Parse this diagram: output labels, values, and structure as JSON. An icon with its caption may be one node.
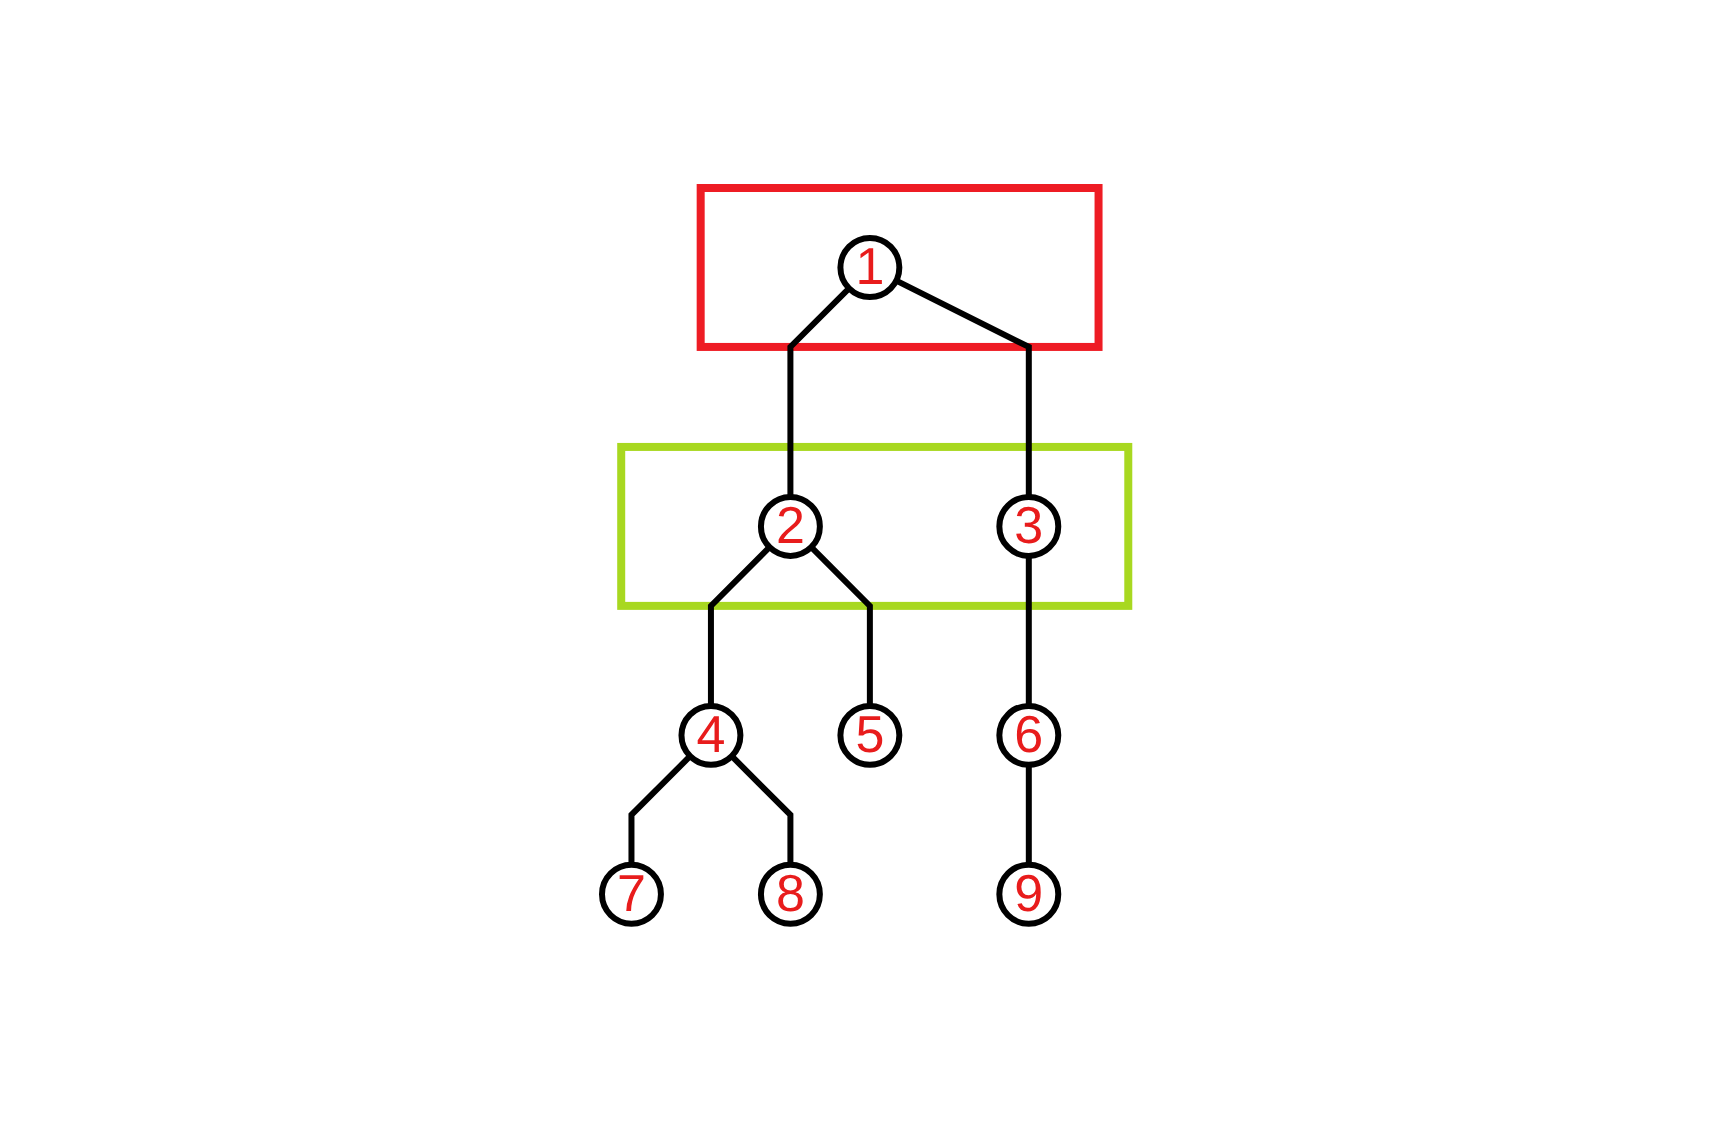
{
  "diagram": {
    "nodes": [
      {
        "text": [],
        "shape": "box"
      },
      {
        "text": [
          "1"
        ],
        "in": 0
      },
      {
        "text": [],
        "shape": "box"
      },
      {
        "text": [
          "2"
        ],
        "in": 2
      },
      {
        "text": [
          "3"
        ],
        "in": 2
      },
      {
        "text": [
          "4"
        ]
      },
      {
        "text": [
          "5"
        ]
      },
      {
        "text": [
          "6"
        ]
      },
      {
        "text": [
          "7"
        ]
      },
      {
        "text": [
          "8"
        ]
      },
      {
        "text": [
          "9"
        ]
      }
    ],
    "edges": [
      {
        "from": 1,
        "to": 3,
        "arrow": "none"
      },
      {
        "from": 1,
        "to": 4,
        "arrow": "none"
      },
      {
        "from": 3,
        "to": 5,
        "arrow": "none"
      },
      {
        "from": 3,
        "to": 6,
        "arrow": "none"
      },
      {
        "from": 4,
        "to": 7,
        "arrow": "none"
      },
      {
        "from": 5,
        "to": 8,
        "arrow": "none"
      },
      {
        "from": 5,
        "to": 9,
        "arrow": "none"
      },
      {
        "from": 7,
        "to": 10,
        "arrow": "none"
      }
    ]
  }
}
